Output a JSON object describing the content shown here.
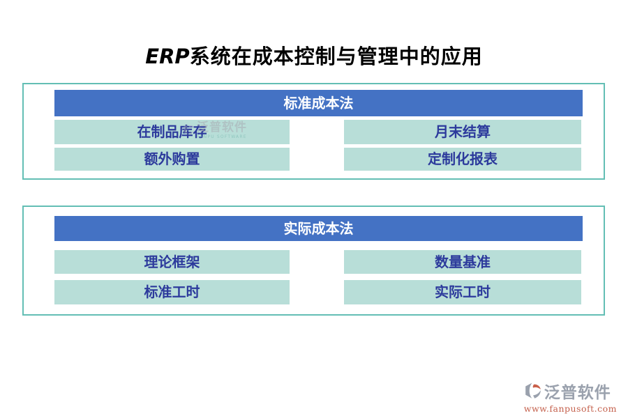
{
  "title": {
    "en": "ERP",
    "zh": "系统在成本控制与管理中的应用"
  },
  "sections": [
    {
      "header": "标准成本法",
      "cells": [
        "在制品库存",
        "月末结算",
        "额外购置",
        "定制化报表"
      ]
    },
    {
      "header": "实际成本法",
      "cells": [
        "理论框架",
        "数量基准",
        "标准工时",
        "实际工时"
      ]
    }
  ],
  "watermark": {
    "text": "泛普软件",
    "subtext": "FANPU SOFTWARE"
  },
  "logo": {
    "name": "泛普软件",
    "url": "www.fanpusoft.com"
  },
  "colors": {
    "header_bg": "#4472C4",
    "header_text": "#FFFFFF",
    "cell_bg": "#B8DED8",
    "cell_text": "#2C3A9C",
    "panel_border": "#63BEB4",
    "logo_gray": "#9AA1AD",
    "logo_accent": "#C9604A",
    "url_text": "#C4604C"
  }
}
